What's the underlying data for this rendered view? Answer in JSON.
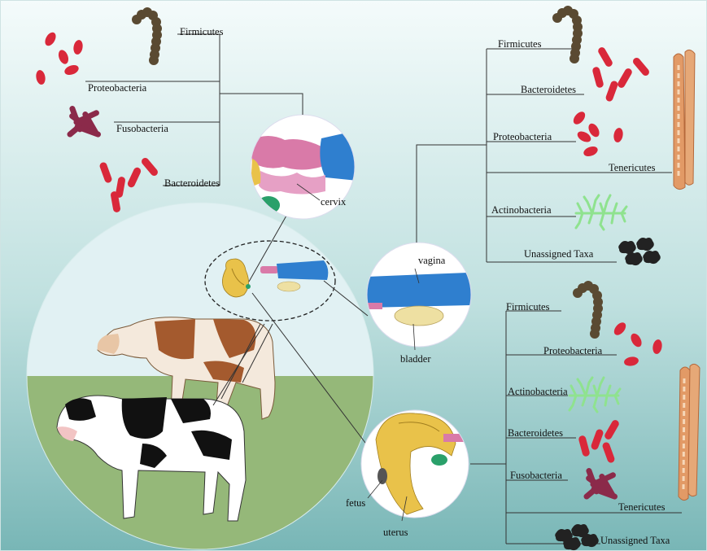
{
  "colors": {
    "background_top": "#f4fbfb",
    "background_bottom": "#7fbcbc",
    "sky": "#e1f1f3",
    "grass": "#95b879",
    "line": "#333333",
    "bacteria_red": "#d9283a",
    "cocci_brown": "#5a4a32",
    "fuso_purple": "#8b2a4a",
    "actino_green": "#8fe28f",
    "tenericutes_orange": "#e29a66",
    "unassigned_black": "#222222",
    "cervix_pink": "#d97aa8",
    "vagina_blue": "#2f7fcf",
    "uterus_yellow": "#e9c24a",
    "bladder_cream": "#eee0a2"
  },
  "organs": {
    "cervix": "cervix",
    "vagina": "vagina",
    "bladder": "bladder",
    "fetus": "fetus",
    "uterus": "uterus"
  },
  "cervix_taxa": {
    "firmicutes": "Firmicutes",
    "proteobacteria": "Proteobacteria",
    "fusobacteria": "Fusobacteria",
    "bacteroidetes": "Bacteroidetes"
  },
  "vagina_taxa": {
    "firmicutes": "Firmicutes",
    "bacteroidetes": "Bacteroidetes",
    "proteobacteria": "Proteobacteria",
    "tenericutes": "Tenericutes",
    "actinobacteria": "Actinobacteria",
    "unassigned": "Unassigned Taxa"
  },
  "uterus_taxa": {
    "firmicutes": "Firmicutes",
    "proteobacteria": "Proteobacteria",
    "actinobacteria": "Actinobacteria",
    "bacteroidetes": "Bacteroidetes",
    "fusobacteria": "Fusobacteria",
    "tenericutes": "Tenericutes",
    "unassigned": "Unassigned Taxa"
  }
}
